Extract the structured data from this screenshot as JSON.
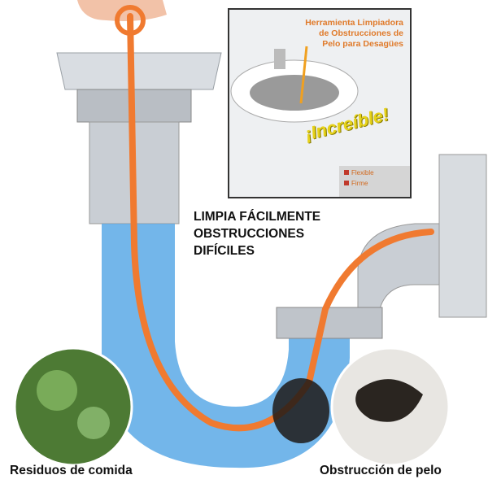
{
  "inset": {
    "title_lines": [
      "Herramienta Limpiadora",
      "de Obstrucciones de",
      "Pelo para Desagües"
    ],
    "exclaim": "¡Increíble!",
    "features": [
      "Flexible",
      "Firme"
    ]
  },
  "headline": [
    "LIMPIA FÁCILMENTE",
    "OBSTRUCCIONES",
    "DIFÍCILES"
  ],
  "captions": {
    "left": "Residuos de comida",
    "right": "Obstrucción de pelo"
  },
  "colors": {
    "tool": "#f07a30",
    "water": "#5aa9e6",
    "pipe": "#c9ced4"
  }
}
